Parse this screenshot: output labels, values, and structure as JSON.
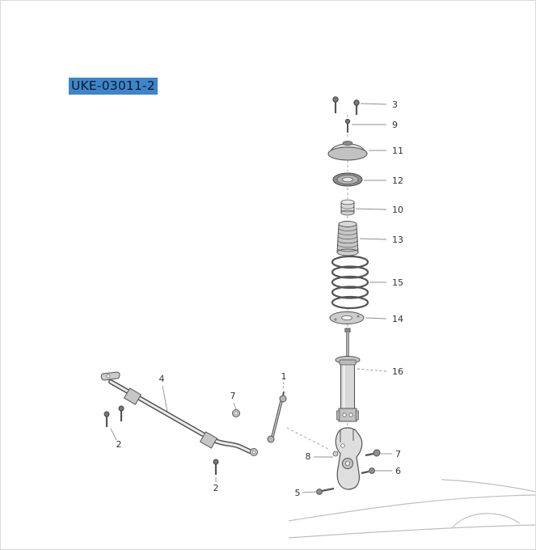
{
  "header": {
    "title": "UKE-03011-2",
    "highlight_color": "#3d85c8"
  },
  "diagram": {
    "type": "exploded-parts-view",
    "callouts": [
      {
        "label": "3"
      },
      {
        "label": "9"
      },
      {
        "label": "11"
      },
      {
        "label": "12"
      },
      {
        "label": "10"
      },
      {
        "label": "13"
      },
      {
        "label": "15"
      },
      {
        "label": "14"
      },
      {
        "label": "16"
      },
      {
        "label": "4"
      },
      {
        "label": "7"
      },
      {
        "label": "1"
      },
      {
        "label": "2"
      },
      {
        "label": "2"
      },
      {
        "label": "8"
      },
      {
        "label": "7"
      },
      {
        "label": "6"
      },
      {
        "label": "5"
      }
    ]
  }
}
